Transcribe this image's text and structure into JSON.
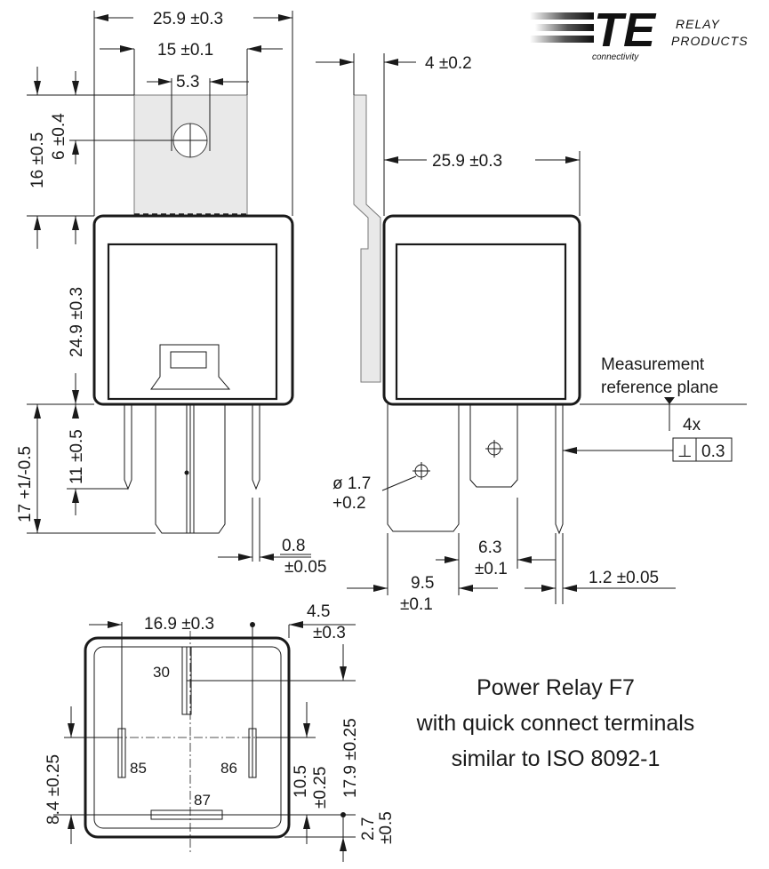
{
  "logo": {
    "mark": "TE",
    "tagline": "connectivity",
    "product_line_1": "RELAY",
    "product_line_2": "PRODUCTS"
  },
  "description": {
    "line1": "Power Relay F7",
    "line2": "with quick connect terminals",
    "line3": "similar to ISO 8092-1"
  },
  "front_view": {
    "width_overall": "25.9 ±0.3",
    "bracket_width": "15 ±0.1",
    "hole_offset": "5.3",
    "bracket_height": "16 ±0.5",
    "hole_height": "6 ±0.4",
    "body_height": "24.9 ±0.3",
    "terminal_length": "17 +1/-0.5",
    "terminal_length_2": "11 ±0.5",
    "terminal_thickness_a": "0.8",
    "terminal_thickness_b": "±0.05"
  },
  "side_view": {
    "bracket_thickness": "4 ±0.2",
    "depth": "25.9 ±0.3",
    "measurement_label_1": "Measurement",
    "measurement_label_2": "reference plane",
    "tolerance_count": "4x",
    "perpendicular_symbol": "⊥",
    "perpendicular_value": "0.3",
    "hole_dia_a": "ø 1.7",
    "hole_dia_b": "+0.2",
    "pitch_a": "9.5",
    "pitch_b": "±0.1",
    "width_a": "6.3",
    "width_b": "±0.1",
    "pin_thickness": "1.2 ±0.05"
  },
  "bottom_view": {
    "pin_spacing": "16.9 ±0.3",
    "edge_a": "4.5",
    "edge_b": "±0.3",
    "pin_30": "30",
    "pin_85": "85",
    "pin_86": "86",
    "pin_87": "87",
    "dim_8_4": "8.4 ±0.25",
    "dim_10_5_a": "10.5",
    "dim_10_5_b": "±0.25",
    "dim_17_9": "17.9 ±0.25",
    "dim_2_7_a": "2.7",
    "dim_2_7_b": "±0.5"
  }
}
